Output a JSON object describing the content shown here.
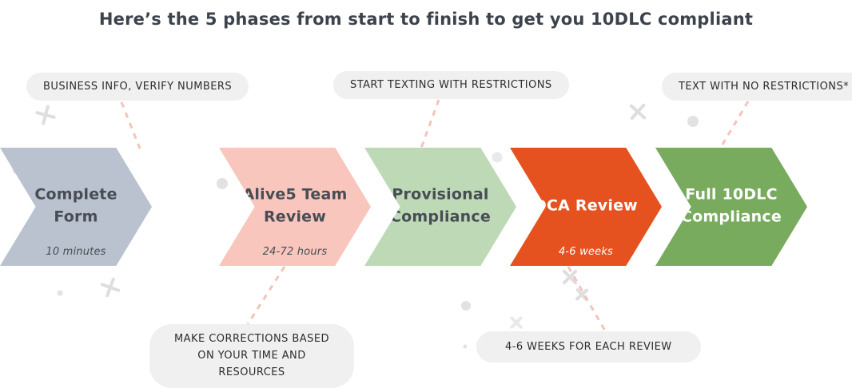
{
  "title": "Here’s the 5 phases from start to finish to get you 10DLC compliant",
  "callouts": {
    "top": [
      {
        "label": "BUSINESS INFO, VERIFY NUMBERS"
      },
      {
        "label": "START TEXTING WITH RESTRICTIONS"
      },
      {
        "label": "TEXT WITH NO RESTRICTIONS*"
      }
    ],
    "bottom": [
      {
        "label": "MAKE CORRECTIONS BASED ON YOUR TIME AND RESOURCES"
      },
      {
        "label": "4-6 WEEKS FOR EACH REVIEW"
      }
    ]
  },
  "phases": [
    {
      "name": "Complete Form",
      "duration": "10 minutes",
      "color": "#b9c2ce",
      "text_color": "#484d55"
    },
    {
      "name": "Alive5 Team Review",
      "duration": "24-72 hours",
      "color": "#f9c6bd",
      "text_color": "#484d55"
    },
    {
      "name": "Provisional Compliance",
      "duration": "",
      "color": "#bdd9b6",
      "text_color": "#484d55"
    },
    {
      "name": "DCA Review",
      "duration": "4-6 weeks",
      "color": "#e5521f",
      "text_color": "#ffffff"
    },
    {
      "name": "Full 10DLC Compliance",
      "duration": "",
      "color": "#78ab5e",
      "text_color": "#ffffff"
    }
  ],
  "colors": {
    "background": "#ffffff",
    "pill_background": "#f0f0f0",
    "pill_text": "#2d2d2d",
    "title_text": "#3d434c",
    "connector": "#f5c3b9",
    "decoration": "#e0e0e0"
  }
}
